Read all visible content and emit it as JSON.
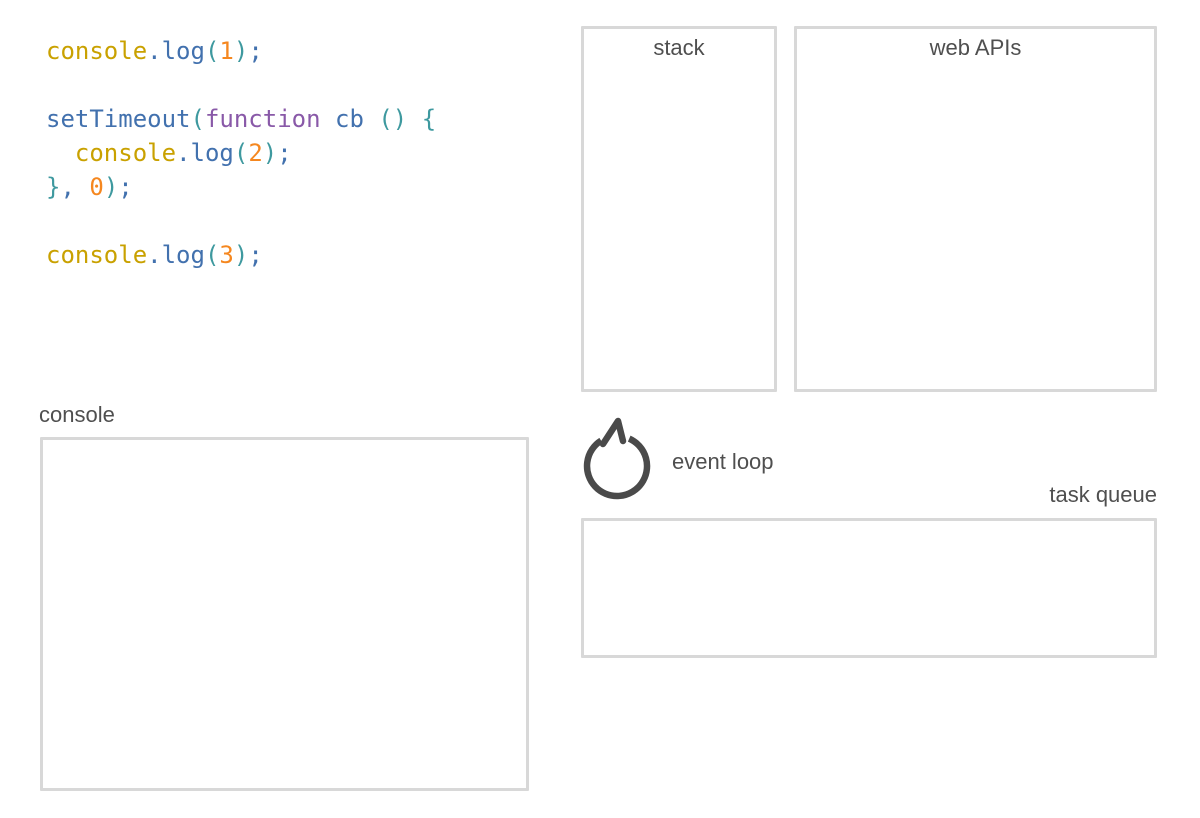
{
  "panels": {
    "stack_label": "stack",
    "web_apis_label": "web APIs",
    "task_queue_label": "task queue",
    "console_label": "console",
    "event_loop_label": "event loop"
  },
  "colors": {
    "border": "#d8d8d8",
    "label": "#4f4f4f",
    "icon": "#4a4a4a",
    "yellow": "#c9a100",
    "blue": "#4271ae",
    "teal": "#3e999f",
    "orange": "#f5871f",
    "purple": "#8959a8"
  },
  "code": {
    "lines": [
      [
        {
          "t": "console",
          "c": "yellow"
        },
        {
          "t": ".",
          "c": "blue"
        },
        {
          "t": "log",
          "c": "blue"
        },
        {
          "t": "(",
          "c": "teal"
        },
        {
          "t": "1",
          "c": "orange"
        },
        {
          "t": ")",
          "c": "teal"
        },
        {
          "t": ";",
          "c": "blue"
        }
      ],
      [],
      [
        {
          "t": "setTimeout",
          "c": "blue"
        },
        {
          "t": "(",
          "c": "teal"
        },
        {
          "t": "function",
          "c": "purple"
        },
        {
          "t": " "
        },
        {
          "t": "cb",
          "c": "blue"
        },
        {
          "t": " "
        },
        {
          "t": "()",
          "c": "teal"
        },
        {
          "t": " "
        },
        {
          "t": "{",
          "c": "teal"
        }
      ],
      [
        {
          "t": "  "
        },
        {
          "t": "console",
          "c": "yellow"
        },
        {
          "t": ".",
          "c": "blue"
        },
        {
          "t": "log",
          "c": "blue"
        },
        {
          "t": "(",
          "c": "teal"
        },
        {
          "t": "2",
          "c": "orange"
        },
        {
          "t": ")",
          "c": "teal"
        },
        {
          "t": ";",
          "c": "blue"
        }
      ],
      [
        {
          "t": "}",
          "c": "teal"
        },
        {
          "t": ",",
          "c": "blue"
        },
        {
          "t": " "
        },
        {
          "t": "0",
          "c": "orange"
        },
        {
          "t": ")",
          "c": "teal"
        },
        {
          "t": ";",
          "c": "blue"
        }
      ],
      [],
      [
        {
          "t": "console",
          "c": "yellow"
        },
        {
          "t": ".",
          "c": "blue"
        },
        {
          "t": "log",
          "c": "blue"
        },
        {
          "t": "(",
          "c": "teal"
        },
        {
          "t": "3",
          "c": "orange"
        },
        {
          "t": ")",
          "c": "teal"
        },
        {
          "t": ";",
          "c": "blue"
        }
      ]
    ]
  }
}
